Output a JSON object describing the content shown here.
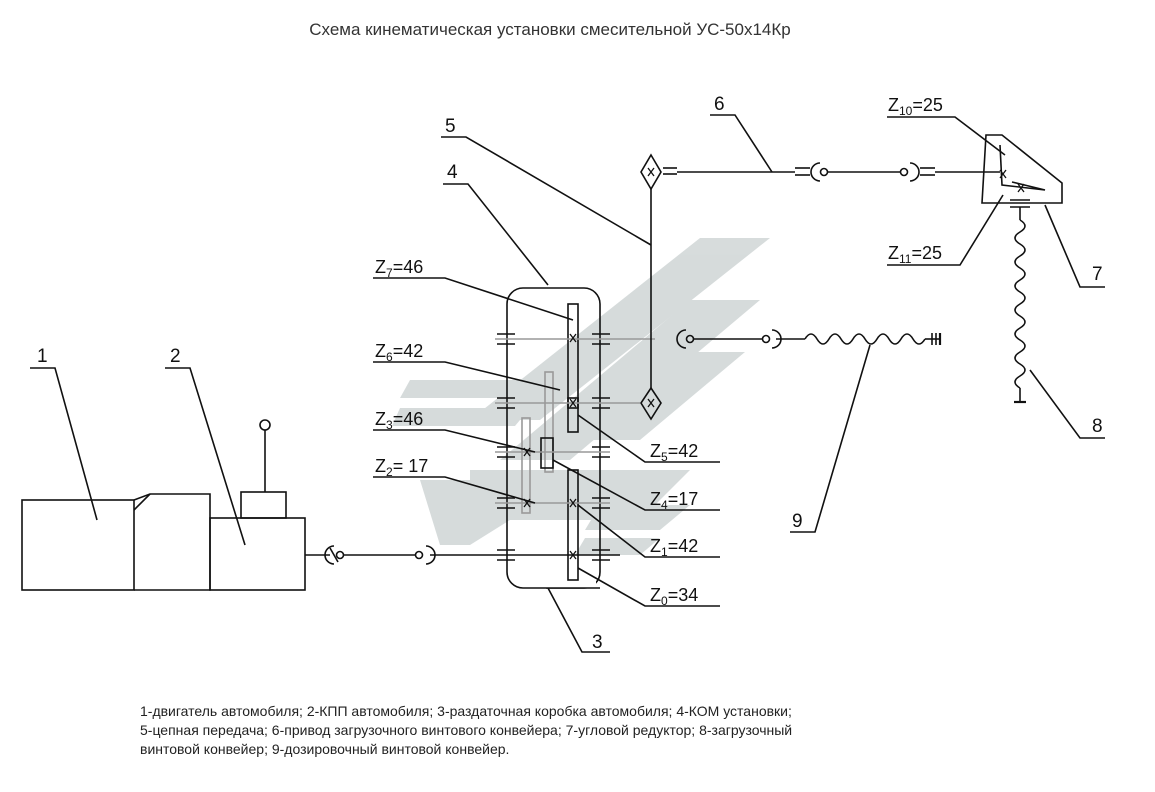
{
  "title": "Схема кинематическая установки смесительной УС-50х14Кр",
  "callouts": {
    "n1": "1",
    "n2": "2",
    "n3": "3",
    "n4": "4",
    "n5": "5",
    "n6": "6",
    "n7": "7",
    "n8": "8",
    "n9": "9"
  },
  "gears": {
    "z7": {
      "letter": "Z",
      "sub": "7",
      "value": "=46"
    },
    "z6": {
      "letter": "Z",
      "sub": "6",
      "value": "=42"
    },
    "z3": {
      "letter": "Z",
      "sub": "3",
      "value": "=46"
    },
    "z2": {
      "letter": "Z",
      "sub": "2",
      "value": "= 17"
    },
    "z5": {
      "letter": "Z",
      "sub": "5",
      "value": "=42"
    },
    "z4": {
      "letter": "Z",
      "sub": "4",
      "value": "=17"
    },
    "z1": {
      "letter": "Z",
      "sub": "1",
      "value": "=42"
    },
    "z0": {
      "letter": "Z",
      "sub": "0",
      "value": "=34"
    },
    "z10": {
      "letter": "Z",
      "sub": "10",
      "value": "=25"
    },
    "z11": {
      "letter": "Z",
      "sub": "11",
      "value": "=25"
    }
  },
  "legend": {
    "line1": "1-двигатель автомобиля; 2-КПП автомобиля; 3-раздаточная коробка автомобиля; 4-КОМ установки;",
    "line2": "5-цепная передача; 6-привод загрузочного винтового конвейера; 7-угловой редуктор; 8-загрузочный",
    "line3": "винтовой конвейер; 9-дозировочный винтовой конвейер."
  },
  "colors": {
    "line": "#111111",
    "watermark": "#c9d0d0"
  }
}
